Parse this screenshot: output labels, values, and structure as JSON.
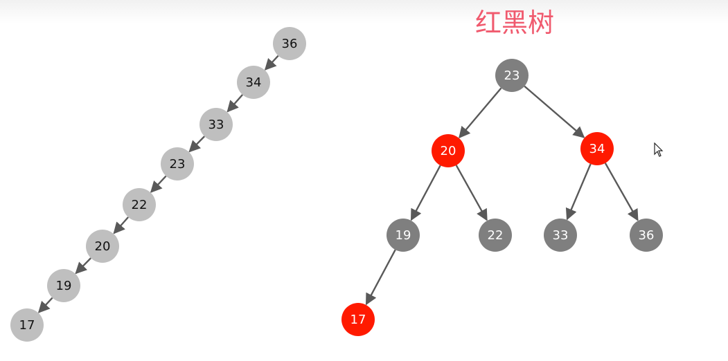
{
  "title": "红黑树",
  "colors": {
    "chain_node": "#bfbfbf",
    "chain_text": "#111111",
    "black_node": "#7f7f7f",
    "red_node": "#ff1a00",
    "tree_text": "#ffffff",
    "edge": "#595959",
    "title": "#f05a6e"
  },
  "chain": {
    "nodes": [
      "36",
      "34",
      "33",
      "23",
      "22",
      "20",
      "19",
      "17"
    ]
  },
  "tree": {
    "nodes": [
      {
        "id": "n23",
        "label": "23",
        "color": "black"
      },
      {
        "id": "n20",
        "label": "20",
        "color": "red"
      },
      {
        "id": "n34",
        "label": "34",
        "color": "red"
      },
      {
        "id": "n19",
        "label": "19",
        "color": "black"
      },
      {
        "id": "n22",
        "label": "22",
        "color": "black"
      },
      {
        "id": "n33",
        "label": "33",
        "color": "black"
      },
      {
        "id": "n36",
        "label": "36",
        "color": "black"
      },
      {
        "id": "n17",
        "label": "17",
        "color": "red"
      }
    ],
    "edges": [
      {
        "from": "n23",
        "to": "n20"
      },
      {
        "from": "n23",
        "to": "n34"
      },
      {
        "from": "n20",
        "to": "n19"
      },
      {
        "from": "n20",
        "to": "n22"
      },
      {
        "from": "n34",
        "to": "n33"
      },
      {
        "from": "n34",
        "to": "n36"
      },
      {
        "from": "n19",
        "to": "n17"
      }
    ]
  },
  "icons": {
    "cursor": "mouse-pointer-icon"
  }
}
